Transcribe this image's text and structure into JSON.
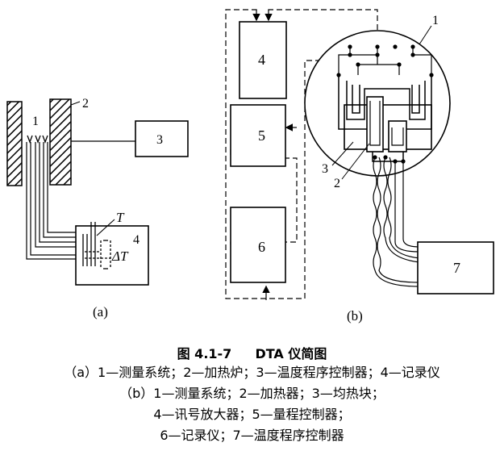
{
  "diagram_a": {
    "label_1": "1",
    "label_2": "2",
    "label_3": "3",
    "label_4": "4",
    "label_T": "T",
    "label_dT": "ΔT",
    "panel_label": "(a)"
  },
  "diagram_b": {
    "label_1": "1",
    "label_2": "2",
    "label_3": "3",
    "label_4": "4",
    "label_5": "5",
    "label_6": "6",
    "label_7": "7",
    "panel_label": "(b)"
  },
  "caption": {
    "title_number": "图 4.1-7",
    "title_text": "DTA 仪简图",
    "line1": "（a）1—测量系统；2—加热炉；3—温度程序控制器；4—记录仪",
    "line2": "（b）1—测量系统；2—加热器；3—均热块；",
    "line3": "4—讯号放大器；5—量程控制器；",
    "line4": "6—记录仪；7—温度程序控制器"
  }
}
